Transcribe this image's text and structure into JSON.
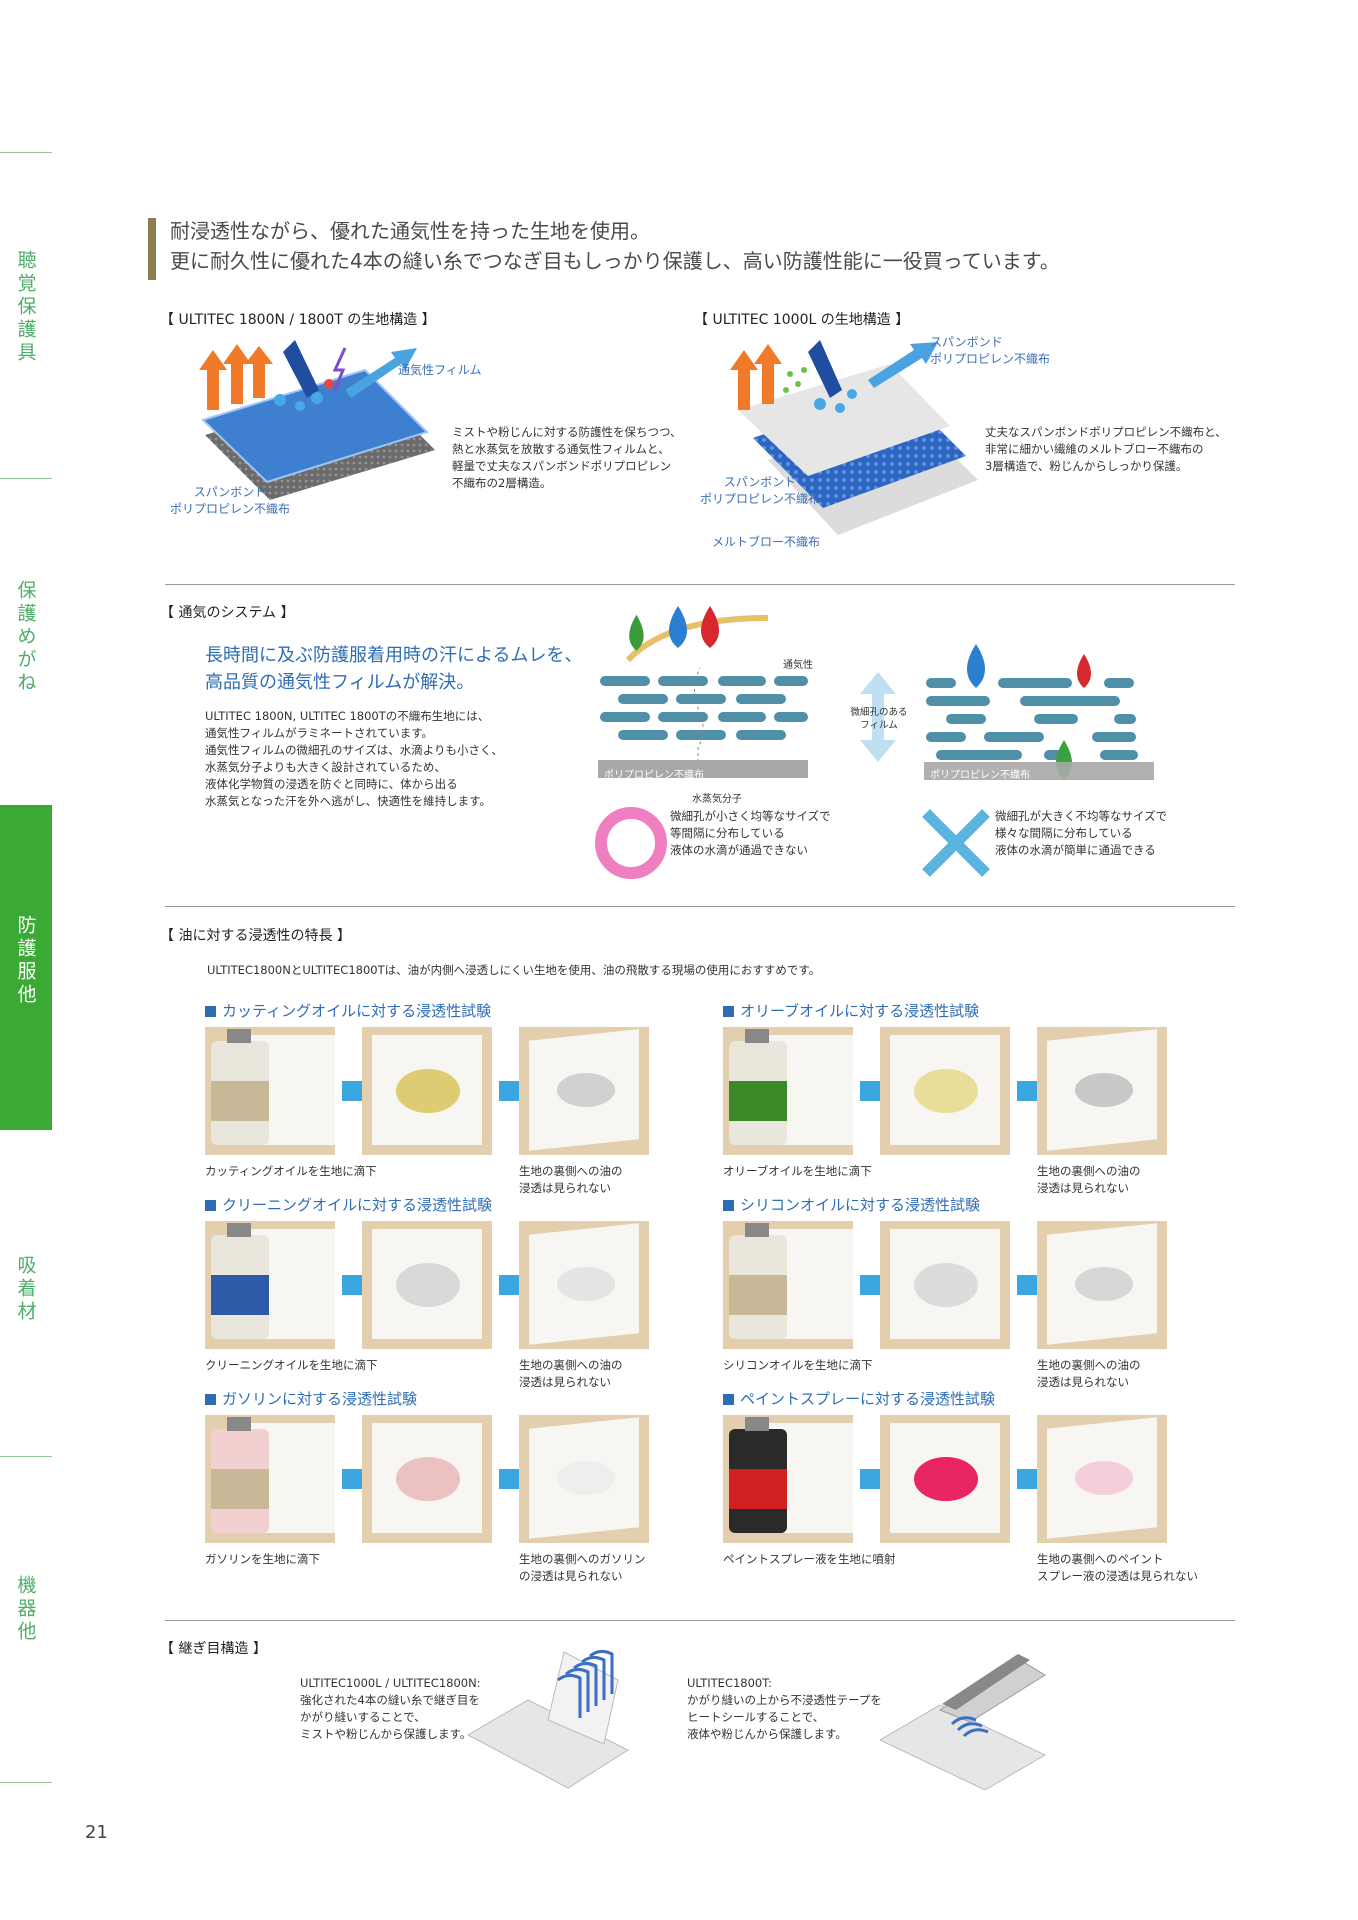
{
  "sidenav": {
    "tabs": [
      {
        "label": "聴覚保護具"
      },
      {
        "label": "保護めがね"
      },
      {
        "label": "防護服他"
      },
      {
        "label": "吸着材"
      },
      {
        "label": "機器他"
      }
    ]
  },
  "page_number": "21",
  "headline": {
    "line1": "耐浸透性ながら、優れた通気性を持った生地を使用。",
    "line2": "更に耐久性に優れた4本の縫い糸でつなぎ目もしっかり保護し、高い防護性能に一役買っています。"
  },
  "structure": {
    "left": {
      "title": "【 ULTITEC 1800N / 1800T の生地構造 】",
      "film_label": "通気性フィルム",
      "spunbond_label_1": "スパンボンド",
      "spunbond_label_2": "ポリプロピレン不織布",
      "desc": [
        "ミストや粉じんに対する防護性を保ちつつ、",
        "熱と水蒸気を放散する通気性フィルムと、",
        "軽量で丈夫なスパンボンドポリプロピレン",
        "不織布の2層構造。"
      ]
    },
    "right": {
      "title": "【 ULTITEC 1000L の生地構造 】",
      "top_label_1": "スパンボンド",
      "top_label_2": "ポリプロピレン不織布",
      "mid_label_1": "スパンボンド",
      "mid_label_2": "ポリプロピレン不織布",
      "meltblown_label": "メルトブロー不織布",
      "desc": [
        "丈夫なスパンボンドポリプロピレン不織布と、",
        "非常に細かい繊維のメルトブロー不織布の",
        "3層構造で、粉じんからしっかり保護。"
      ]
    }
  },
  "ventilation": {
    "title": "【 通気のシステム 】",
    "headline_1": "長時間に及ぶ防護服着用時の汗によるムレを、",
    "headline_2": "高品質の通気性フィルムが解決。",
    "body": [
      "ULTITEC 1800N, ULTITEC 1800Tの不織布生地には、",
      "通気性フィルムがラミネートされています。",
      "通気性フィルムの微細孔のサイズは、水滴よりも小さく、",
      "水蒸気分子よりも大きく設計されているため、",
      "液体化学物質の浸透を防ぐと同時に、体から出る",
      "水蒸気となった汗を外へ逃がし、快適性を維持します。"
    ],
    "breathable_label": "通気性",
    "pp_label_left": "ポリプロピレン不織布",
    "pp_label_right": "ポリプロピレン不織布",
    "vapor_label": "水蒸気分子",
    "film_label_1": "微細孔のある",
    "film_label_2": "フィルム",
    "good_desc": [
      "微細孔が小さく均等なサイズで",
      "等間隔に分布している",
      "液体の水滴が通過できない"
    ],
    "bad_desc": [
      "微細孔が大きく不均等なサイズで",
      "様々な間隔に分布している",
      "液体の水滴が簡単に通過できる"
    ]
  },
  "oil": {
    "title": "【 油に対する浸透性の特長 】",
    "intro": "ULTITEC1800NとULTITEC1800Tは、油が内側へ浸透しにくい生地を使用、油の飛散する現場の使用におすすめです。",
    "tests": [
      {
        "title": "カッティングオイルに対する浸透性試験",
        "caption_left": "カッティングオイルを生地に滴下",
        "caption_right_1": "生地の裏側への油の",
        "caption_right_2": "浸透は見られない"
      },
      {
        "title": "オリーブオイルに対する浸透性試験",
        "caption_left": "オリーブオイルを生地に滴下",
        "caption_right_1": "生地の裏側への油の",
        "caption_right_2": "浸透は見られない"
      },
      {
        "title": "クリーニングオイルに対する浸透性試験",
        "caption_left": "クリーニングオイルを生地に滴下",
        "caption_right_1": "生地の裏側への油の",
        "caption_right_2": "浸透は見られない"
      },
      {
        "title": "シリコンオイルに対する浸透性試験",
        "caption_left": "シリコンオイルを生地に滴下",
        "caption_right_1": "生地の裏側への油の",
        "caption_right_2": "浸透は見られない"
      },
      {
        "title": "ガソリンに対する浸透性試験",
        "caption_left": "ガソリンを生地に滴下",
        "caption_right_1": "生地の裏側へのガソリン",
        "caption_right_2": "の浸透は見られない"
      },
      {
        "title": "ペイントスプレーに対する浸透性試験",
        "caption_left": "ペイントスプレー液を生地に噴射",
        "caption_right_1": "生地の裏側へのペイント",
        "caption_right_2": "スプレー液の浸透は見られない"
      }
    ],
    "colors": {
      "accent": "#2e6db4",
      "arrow": "#3ba7e0"
    }
  },
  "seam": {
    "title": "【 継ぎ目構造 】",
    "left_desc": [
      "ULTITEC1000L / ULTITEC1800N:",
      "強化された4本の縫い糸で継ぎ目を",
      "かがり縫いすることで、",
      "ミストや粉じんから保護します。"
    ],
    "right_desc": [
      "ULTITEC1800T:",
      "かがり縫いの上から不浸透性テープを",
      "ヒートシールすることで、",
      "液体や粉じんから保護します。"
    ]
  }
}
